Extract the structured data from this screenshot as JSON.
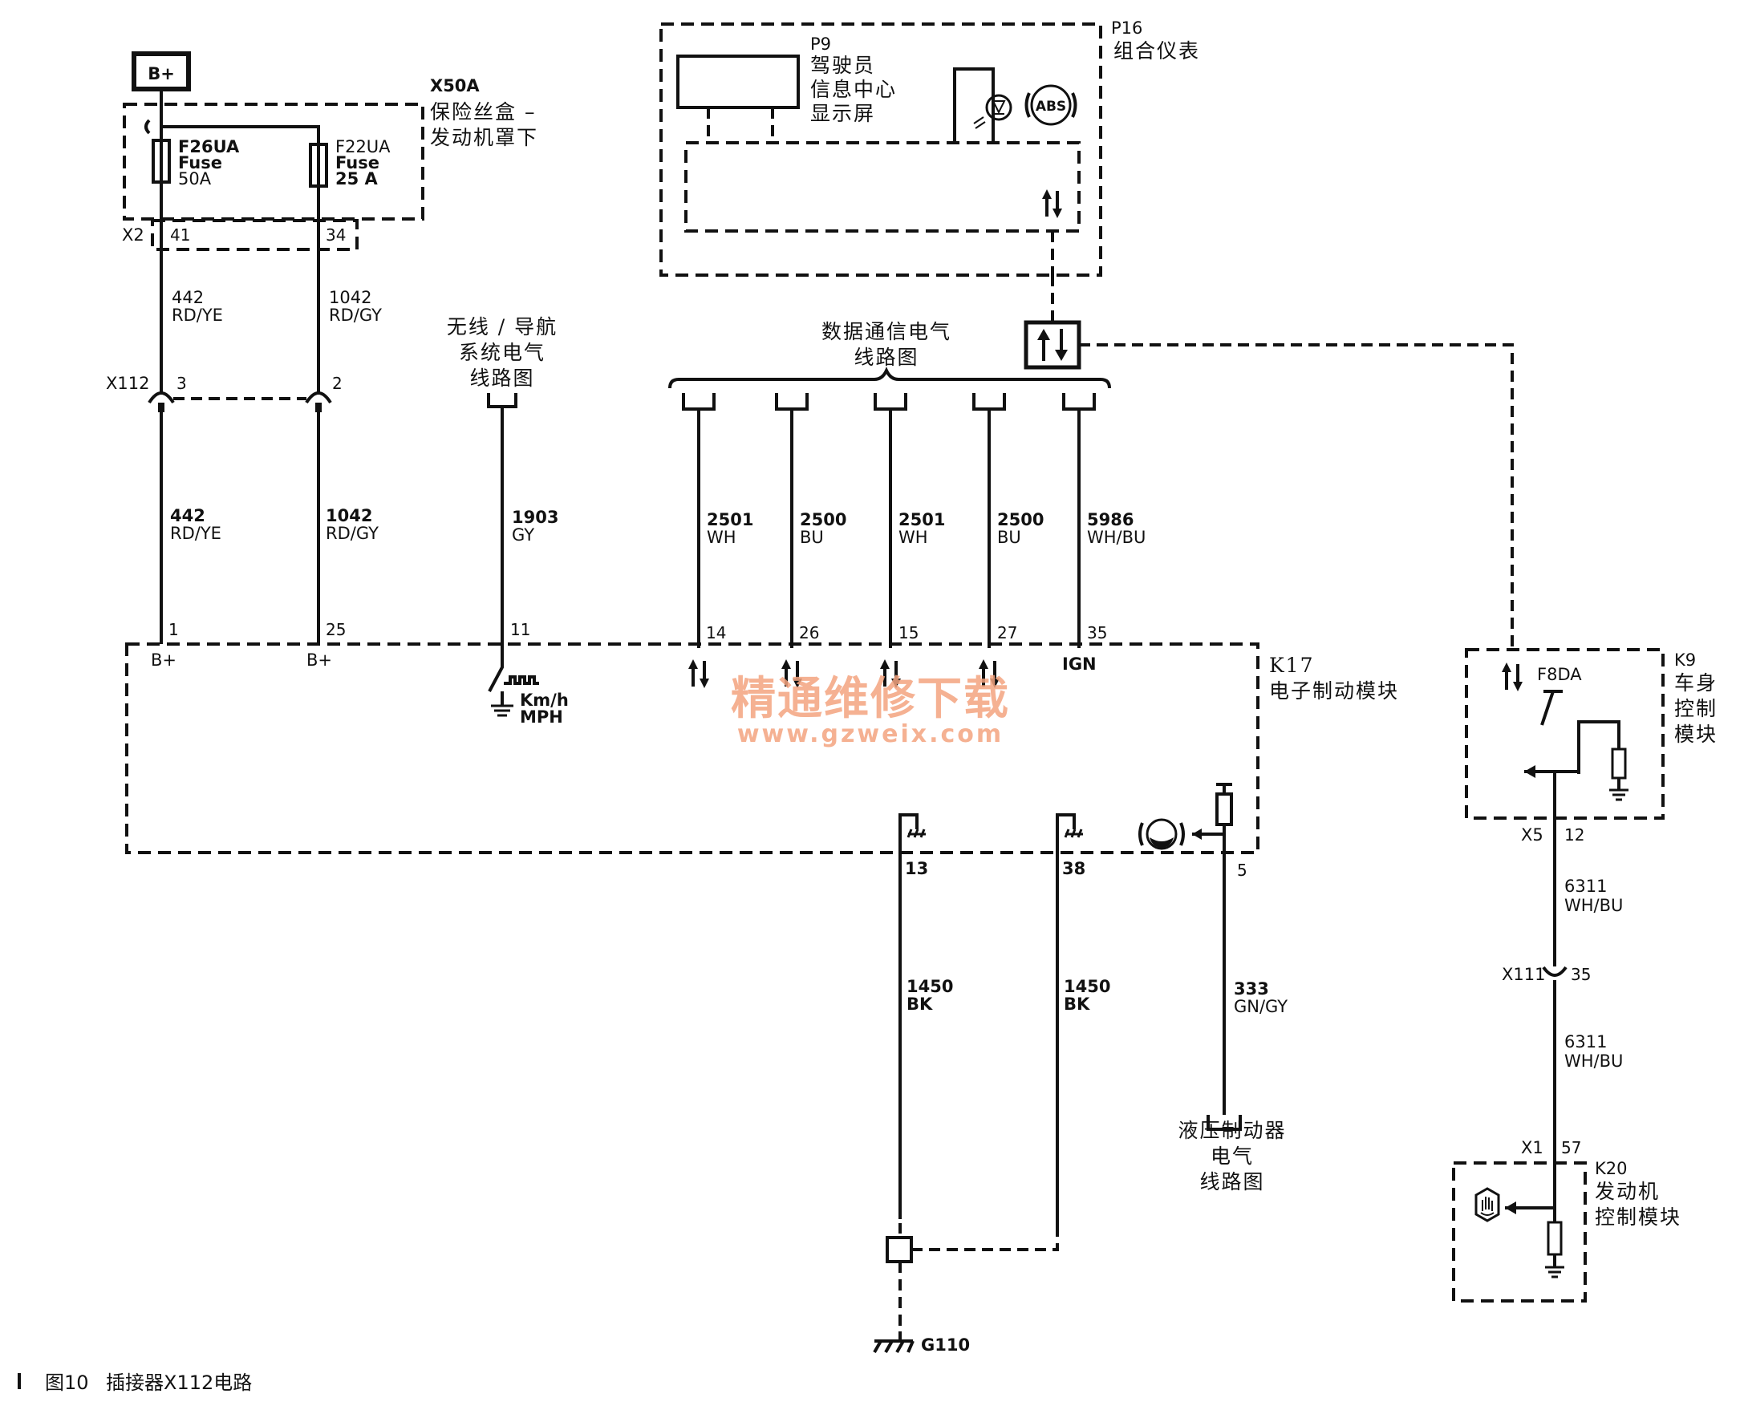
{
  "power": {
    "label": "B+"
  },
  "fuse_box": {
    "id": "X50A",
    "name_l1": "保险丝盒 –",
    "name_l2": "发动机罩下",
    "connector": "X2",
    "pin_a": "41",
    "pin_b": "34"
  },
  "fuse1": {
    "id": "F26UA",
    "type": "Fuse",
    "rating": "50A"
  },
  "fuse2": {
    "id": "F22UA",
    "type": "Fuse",
    "rating": "25 A"
  },
  "w442_top": {
    "num": "442",
    "color": "RD/YE"
  },
  "w1042_top": {
    "num": "1042",
    "color": "RD/GY"
  },
  "x112": {
    "id": "X112",
    "pin_a": "3",
    "pin_b": "2"
  },
  "w442_bot": {
    "num": "442",
    "color": "RD/YE"
  },
  "w1042_bot": {
    "num": "1042",
    "color": "RD/GY"
  },
  "nav_ref": {
    "l1": "无线 / 导航",
    "l2": "系统电气",
    "l3": "线路图"
  },
  "w1903": {
    "num": "1903",
    "color": "GY"
  },
  "ipc": {
    "id": "P16",
    "name": "组合仪表"
  },
  "dic": {
    "id": "P9",
    "l1": "驾驶员",
    "l2": "信息中心",
    "l3": "显示屏"
  },
  "abs_icon": {
    "text": "ABS"
  },
  "comm_ref": {
    "l1": "数据通信电气",
    "l2": "线路图"
  },
  "w2501a": {
    "num": "2501",
    "color": "WH"
  },
  "w2500a": {
    "num": "2500",
    "color": "BU"
  },
  "w2501b": {
    "num": "2501",
    "color": "WH"
  },
  "w2500b": {
    "num": "2500",
    "color": "BU"
  },
  "w5986": {
    "num": "5986",
    "color": "WH/BU"
  },
  "ebcm": {
    "id": "K17",
    "name": "电子制动模块",
    "pin1": "1",
    "pin25": "25",
    "pin11": "11",
    "pin14": "14",
    "pin26": "26",
    "pin15": "15",
    "pin27": "27",
    "pin35": "35",
    "pin13": "13",
    "pin38": "38",
    "pin5": "5",
    "bplus1": "B+",
    "bplus2": "B+",
    "ign": "IGN",
    "speed_l1": "Km/h",
    "speed_l2": "MPH"
  },
  "w1450a": {
    "num": "1450",
    "color": "BK"
  },
  "w1450b": {
    "num": "1450",
    "color": "BK"
  },
  "w333": {
    "num": "333",
    "color": "GN/GY"
  },
  "hyd_ref": {
    "l1": "液压制动器",
    "l2": "电气",
    "l3": "线路图"
  },
  "ground": {
    "id": "G110"
  },
  "bcm": {
    "id": "K9",
    "l1": "车身",
    "l2": "控制",
    "l3": "模块",
    "switch": "F8DA",
    "connector": "X5",
    "pin": "12"
  },
  "w6311_top": {
    "num": "6311",
    "color": "WH/BU"
  },
  "x111": {
    "id": "X111",
    "pin": "35"
  },
  "w6311_bot": {
    "num": "6311",
    "color": "WH/BU"
  },
  "ecm": {
    "id": "K20",
    "l1": "发动机",
    "l2": "控制模块",
    "connector": "X1",
    "pin": "57"
  },
  "watermark": {
    "l1": "精通维修下载",
    "l2": "www.gzweix.com"
  },
  "caption": {
    "fig": "图10",
    "title": "插接器X112电路"
  }
}
